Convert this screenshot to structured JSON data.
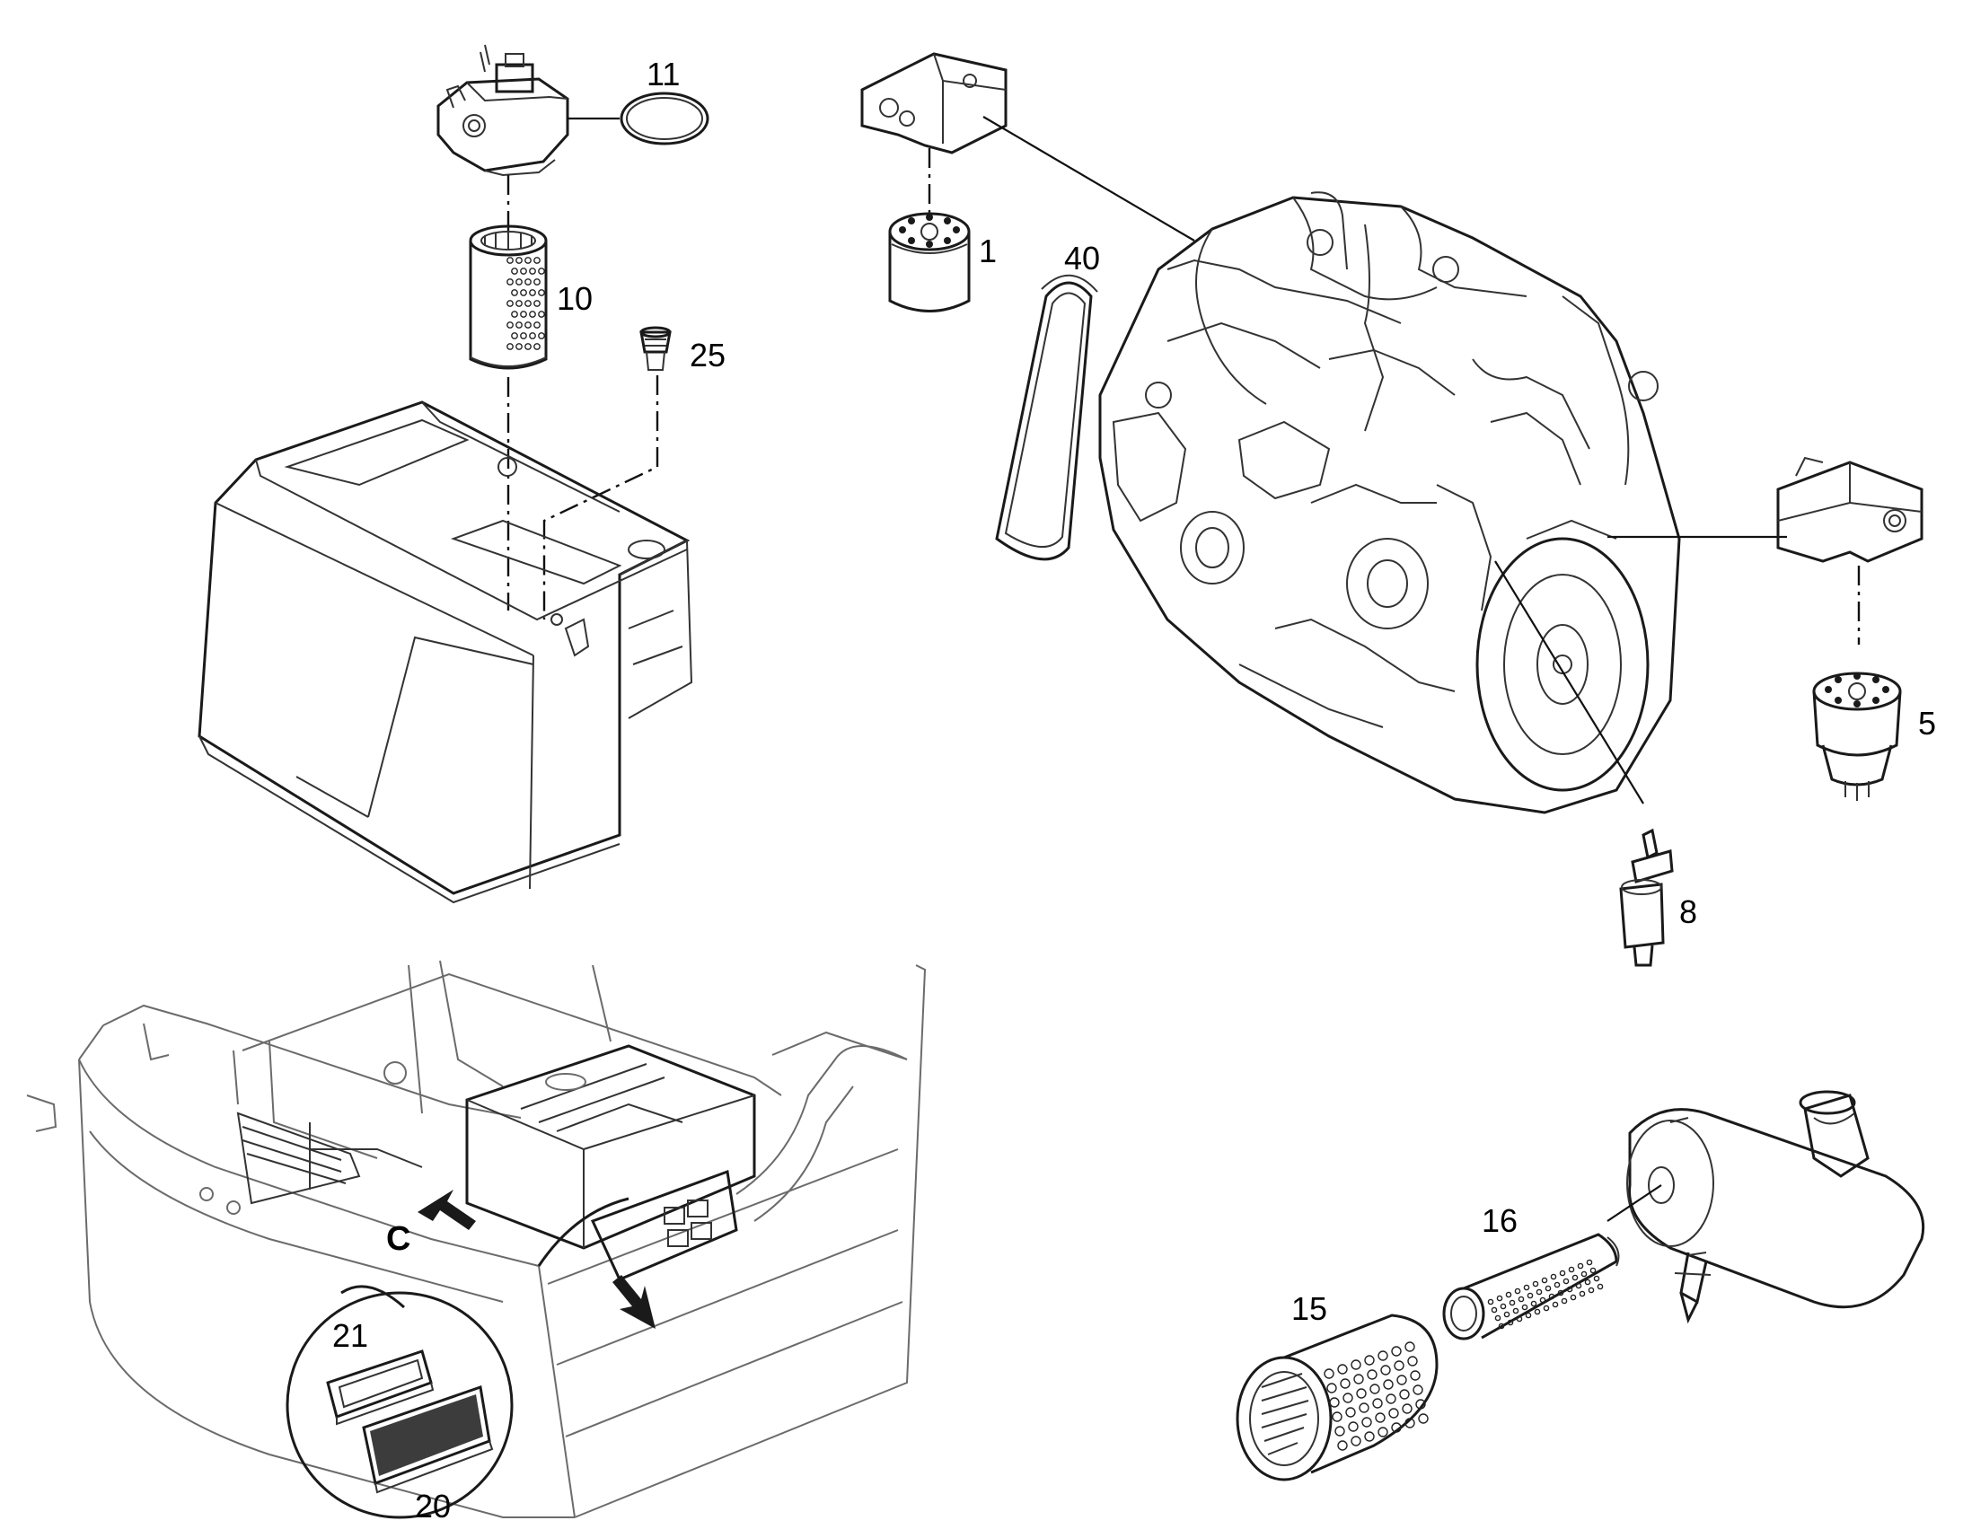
{
  "callouts": {
    "c1": "1",
    "c5": "5",
    "c8": "8",
    "c10": "10",
    "c11": "11",
    "c15": "15",
    "c16": "16",
    "c20": "20",
    "c21": "21",
    "c25": "25",
    "c40": "40",
    "view_c": "C"
  },
  "colors": {
    "line": "#1a1a1a",
    "background": "#ffffff"
  }
}
